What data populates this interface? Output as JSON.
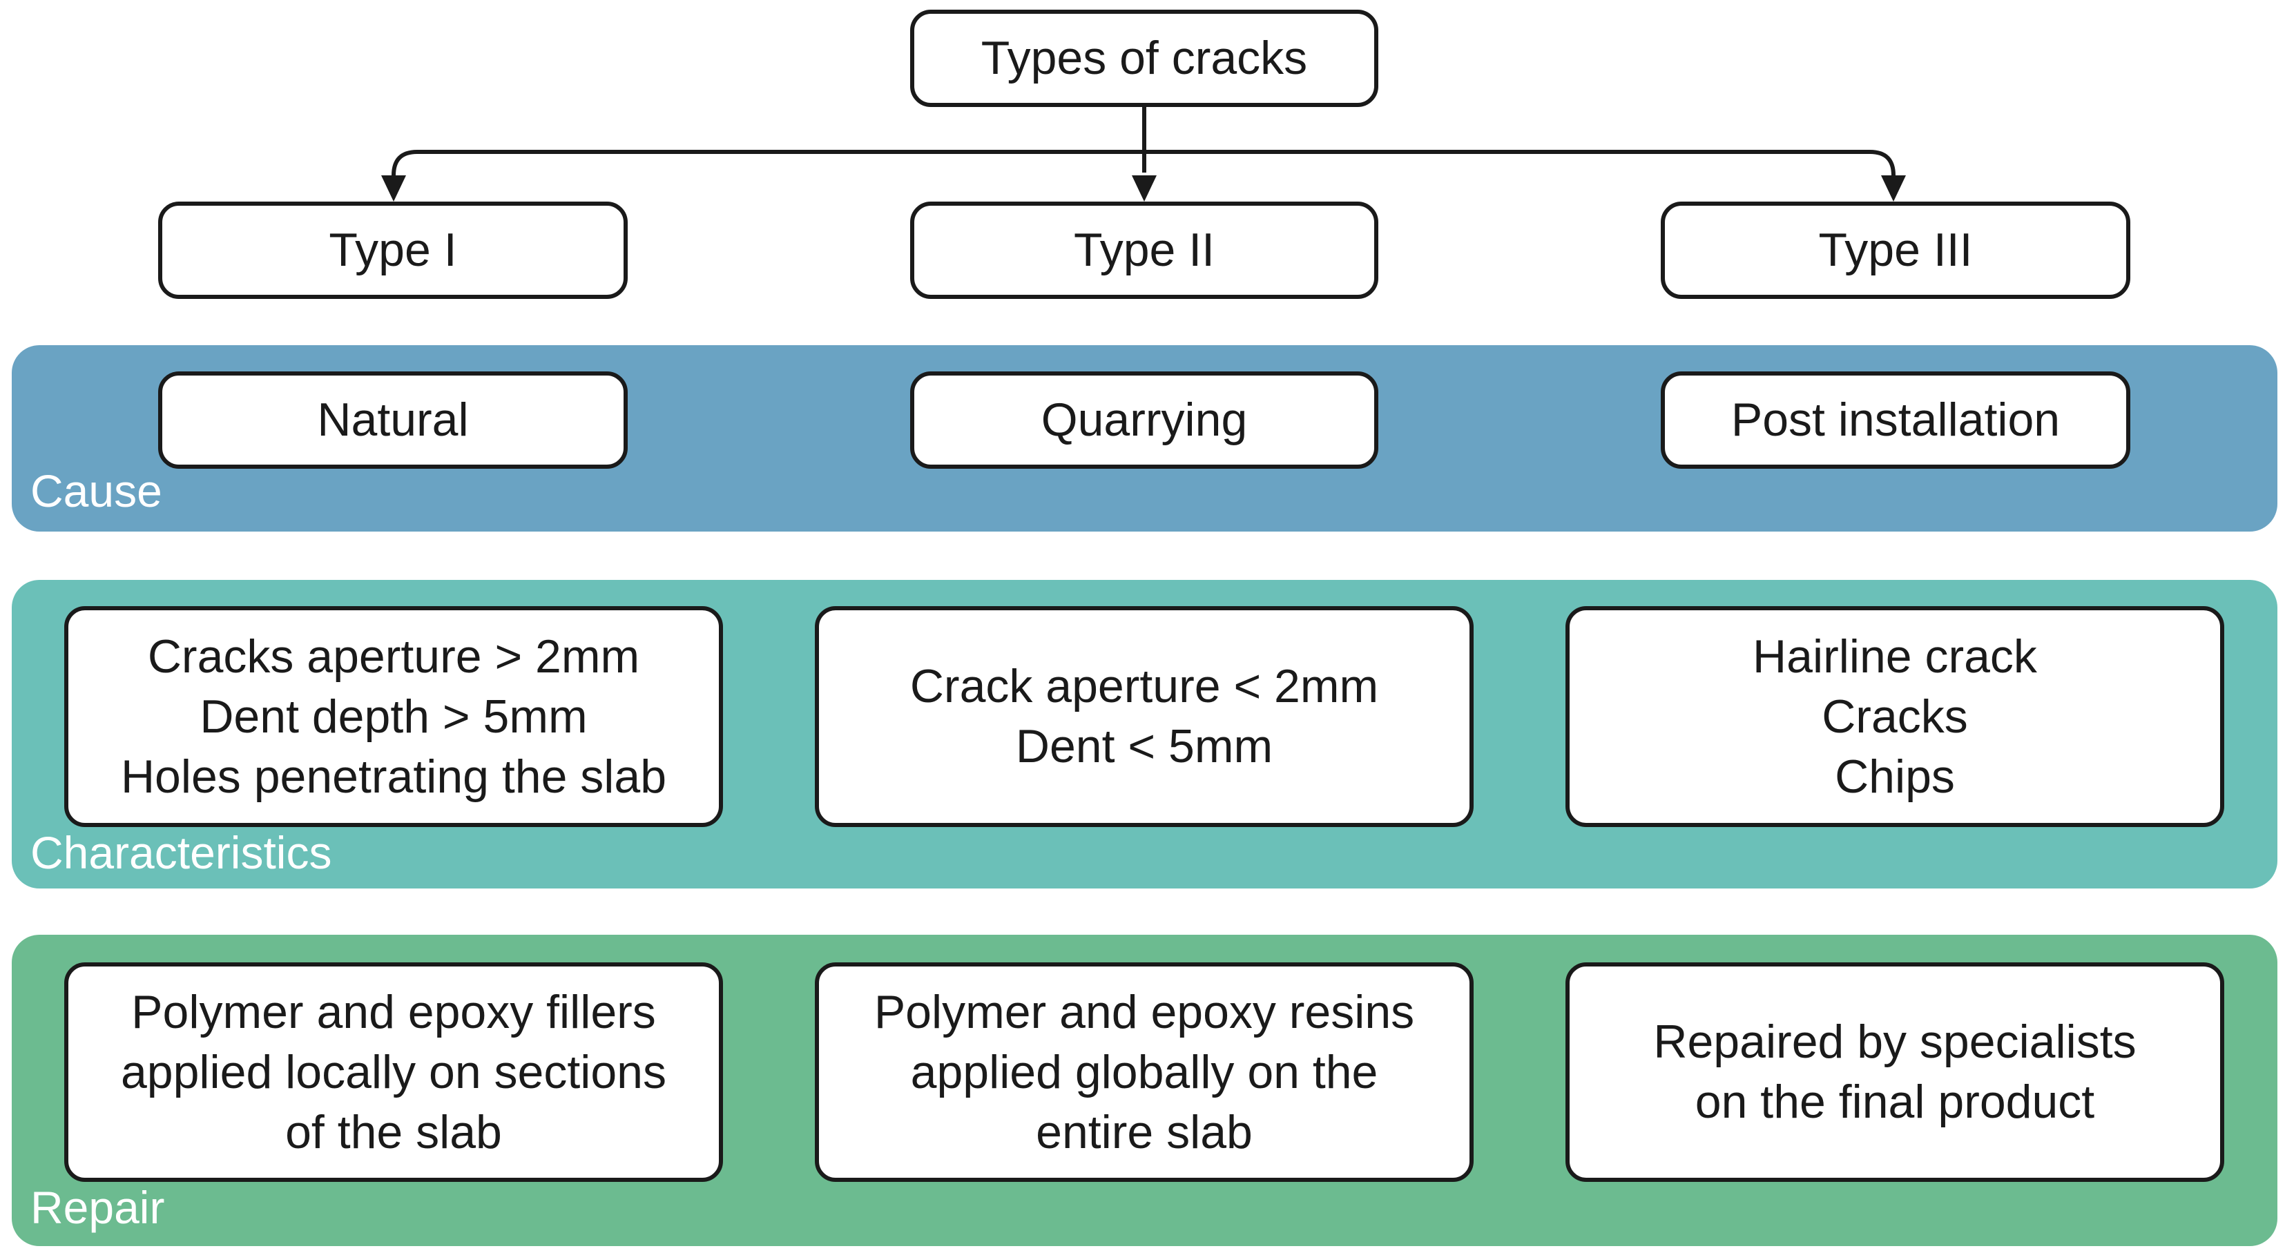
{
  "root": {
    "label": "Types of cracks"
  },
  "types": [
    "Type I",
    "Type II",
    "Type III"
  ],
  "bands": {
    "cause": {
      "title": "Cause",
      "color": "#6aa3c3",
      "items": [
        "Natural",
        "Quarrying",
        "Post installation"
      ]
    },
    "characteristics": {
      "title": "Characteristics",
      "color": "#6bc0b8",
      "items": [
        "Cracks aperture > 2mm\nDent depth > 5mm\nHoles penetrating the slab",
        "Crack aperture < 2mm\nDent < 5mm",
        "Hairline crack\nCracks\nChips"
      ]
    },
    "repair": {
      "title": "Repair",
      "color": "#6cbb90",
      "items": [
        "Polymer and epoxy fillers\napplied locally on sections\nof the slab",
        "Polymer and epoxy resins\napplied globally on the\nentire slab",
        "Repaired by specialists\non the final product"
      ]
    }
  },
  "colors": {
    "box_border": "#1a1a1a",
    "box_fill": "#ffffff",
    "band_text": "#ffffff"
  }
}
